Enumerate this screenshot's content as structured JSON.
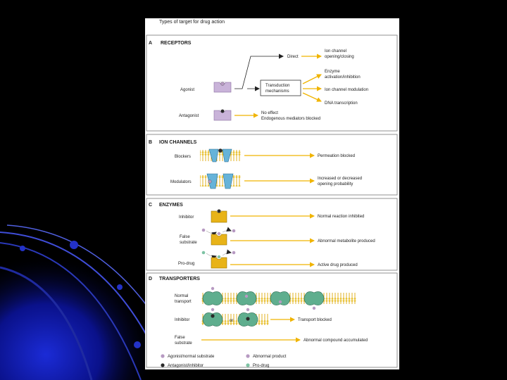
{
  "figure": {
    "title": "Types of target for drug action",
    "sections": {
      "a": {
        "letter": "A",
        "heading": "RECEPTORS",
        "agonist": "Agonist",
        "antagonist": "Antagonist",
        "direct": "Direct",
        "transduction": [
          "Transduction",
          "mechanisms"
        ],
        "ion_open": [
          "Ion channel",
          "opening/closing"
        ],
        "enzyme": [
          "Enzyme",
          "activation/inhibition"
        ],
        "ion_mod": "Ion channel modulation",
        "dna": "DNA transcription",
        "no_effect": [
          "No effect",
          "Endogenous mediators blocked"
        ]
      },
      "b": {
        "letter": "B",
        "heading": "ION CHANNELS",
        "blockers": "Blockers",
        "modulators": "Modulators",
        "perm": "Permeation blocked",
        "open_prob": [
          "Increased or decreased",
          "opening probability"
        ]
      },
      "c": {
        "letter": "C",
        "heading": "ENZYMES",
        "inhibitor": "Inhibitor",
        "false_substrate": [
          "False",
          "substrate"
        ],
        "prodrug": "Pro-drug",
        "normal": "Normal reaction inhibited",
        "abnormal": "Abnormal metabolite produced",
        "active": "Active drug produced"
      },
      "d": {
        "letter": "D",
        "heading": "TRANSPORTERS",
        "normal_transport": [
          "Normal",
          "transport"
        ],
        "inhibitor": "Inhibitor",
        "or": "or",
        "blocked": "Transport blocked",
        "false_substrate": [
          "False",
          "substrate"
        ],
        "accumulated": "Abnormal compound accumulated"
      }
    },
    "legend": {
      "agonist": "Agonist/normal substrate",
      "antagonist": "Antagonist/inhibitor",
      "abnormal": "Abnormal product",
      "prodrug": "Pro-drug"
    },
    "colors": {
      "arrow": "#f0b400",
      "receptor": "#c9b3d9",
      "channel": "#66b3d9",
      "enzyme": "#e8b318",
      "transporter": "#5fae8e",
      "agonist_dot": "#b79ac2",
      "antagonist_dot": "#2a2a2a",
      "prodrug_dot": "#7ec3a4"
    }
  }
}
